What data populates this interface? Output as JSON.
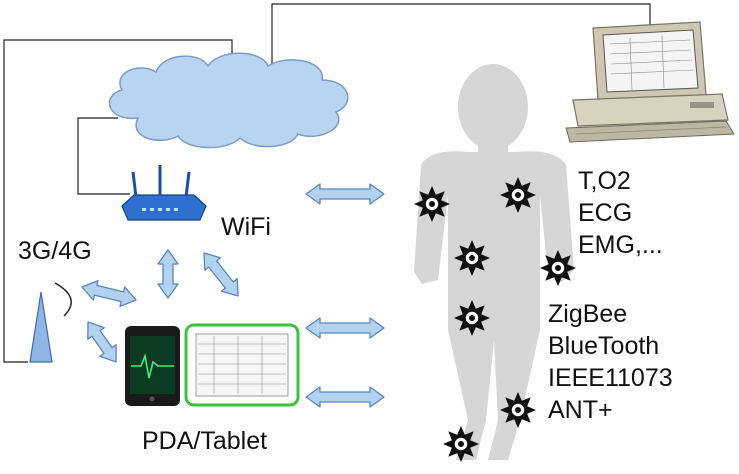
{
  "labels": {
    "wifi": "WiFi",
    "cellular": "3G/4G",
    "device": "PDA/Tablet"
  },
  "vital_signs": [
    "T,O2",
    "ECG",
    "EMG,..."
  ],
  "protocols": [
    "ZigBee",
    "BlueTooth",
    "IEEE11073",
    "ANT+"
  ],
  "colors": {
    "cloud": "#b9d4f2",
    "cloud_stroke": "#7b9bc6",
    "arrow_fill": "#b3d2f0",
    "arrow_stroke": "#5a85b8",
    "body": "#d6d6d6",
    "router": "#2f6fcf",
    "tower": "#8fb5e4",
    "tablet_frame": "#3ec23e",
    "wire": "#222222"
  },
  "icons": [
    "cloud-icon",
    "wifi-router-icon",
    "cell-tower-icon",
    "smartphone-icon",
    "tablet-icon",
    "desktop-computer-icon",
    "human-body-icon",
    "body-sensor-icon"
  ]
}
